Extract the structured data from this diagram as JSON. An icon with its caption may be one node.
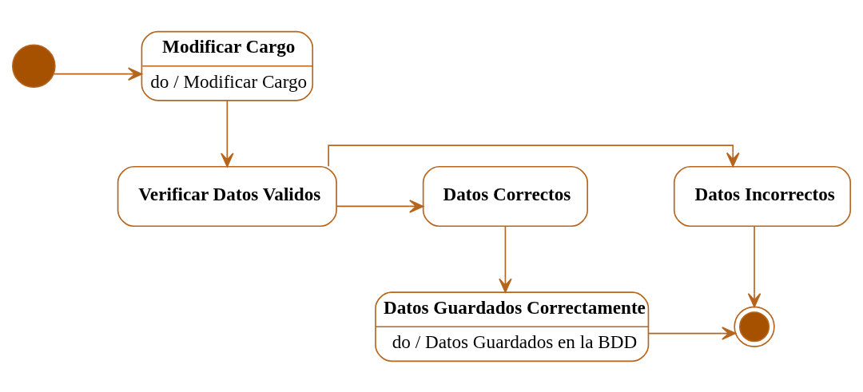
{
  "diagram": {
    "nodes": [
      {
        "text": [],
        "shape": "circle"
      },
      {
        "text": [
          "Modificar Cargo",
          "do / Modificar Cargo"
        ]
      },
      {
        "text": [
          "Verificar Datos Validos"
        ]
      },
      {
        "text": [
          "Datos Correctos"
        ]
      },
      {
        "text": [
          "Datos Incorrectos"
        ]
      },
      {
        "text": [
          "Datos Guardados Correctamente",
          "do / Datos Guardados en la BDD"
        ]
      },
      {
        "text": [],
        "shape": "bullseye"
      }
    ],
    "edges": [
      {
        "from": 0,
        "to": 1,
        "arrow": "to"
      },
      {
        "from": 1,
        "to": 2,
        "arrow": "to"
      },
      {
        "from": 2,
        "to": 3,
        "arrow": "to"
      },
      {
        "from": 2,
        "to": 4,
        "arrow": "to"
      },
      {
        "from": 3,
        "to": 5,
        "arrow": "to"
      },
      {
        "from": 4,
        "to": 6,
        "arrow": "to"
      },
      {
        "from": 5,
        "to": 6,
        "arrow": "to"
      }
    ]
  }
}
